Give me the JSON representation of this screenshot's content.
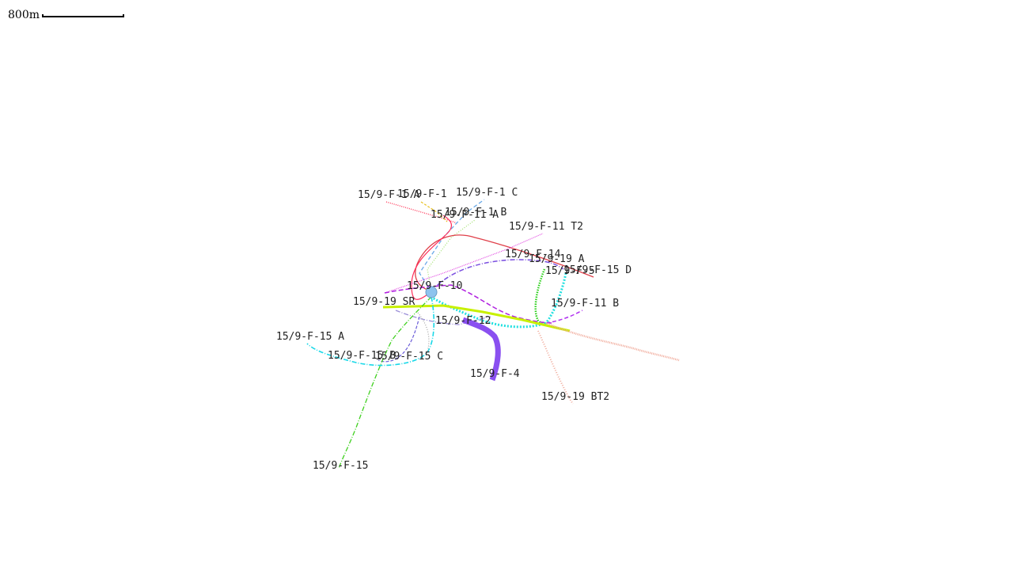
{
  "scale": {
    "label": "800m"
  },
  "platform": {
    "color": "#8ec3ee",
    "stroke": "#6b9bc4"
  },
  "wells": [
    {
      "key": "f1a",
      "label": "15/9-F-1 A",
      "color": "#ff3b5c"
    },
    {
      "key": "f1",
      "label": "15/9-F-1",
      "color": "#e8c020"
    },
    {
      "key": "f1c",
      "label": "15/9-F-1 C",
      "color": "#6aa9e8"
    },
    {
      "key": "f1b",
      "label": "15/9-F-1 B",
      "color": "#9ee06a"
    },
    {
      "key": "f11a",
      "label": "15/9-F-11 A",
      "color": "#e0404a"
    },
    {
      "key": "f11t2",
      "label": "15/9-F-11 T2",
      "color": "#e040e0"
    },
    {
      "key": "f14",
      "label": "15/9-F-14",
      "color": "#ff2d5a"
    },
    {
      "key": "f19a",
      "label": "15/9-19 A",
      "color": "#7b4fe0"
    },
    {
      "key": "f5",
      "label": "15/9-F-5",
      "color": "#2bd01a"
    },
    {
      "key": "f15d",
      "label": "15/9-F-15 D",
      "color": "#22e0e0"
    },
    {
      "key": "f10",
      "label": "15/9-F-10",
      "color": "#b020e0"
    },
    {
      "key": "f19sr",
      "label": "15/9-19 SR",
      "color": "#c8f000"
    },
    {
      "key": "f11b",
      "label": "15/9-F-11 B",
      "color": "#b030f0"
    },
    {
      "key": "f12",
      "label": "15/9-F-12",
      "color": "#9b8fd8"
    },
    {
      "key": "f15a",
      "label": "15/9-F-15 A",
      "color": "#18d8e8"
    },
    {
      "key": "f15b",
      "label": "15/9-F-15 B",
      "color": "#6a5cd8"
    },
    {
      "key": "f15c",
      "label": "15/9-F-15 C",
      "color": "#a0a0a0"
    },
    {
      "key": "f4",
      "label": "15/9-F-4",
      "color": "#8a50f0"
    },
    {
      "key": "f19bt2",
      "label": "15/9-19 BT2",
      "color": "#f0a898"
    },
    {
      "key": "f15",
      "label": "15/9-F-15",
      "color": "#40d020"
    }
  ]
}
